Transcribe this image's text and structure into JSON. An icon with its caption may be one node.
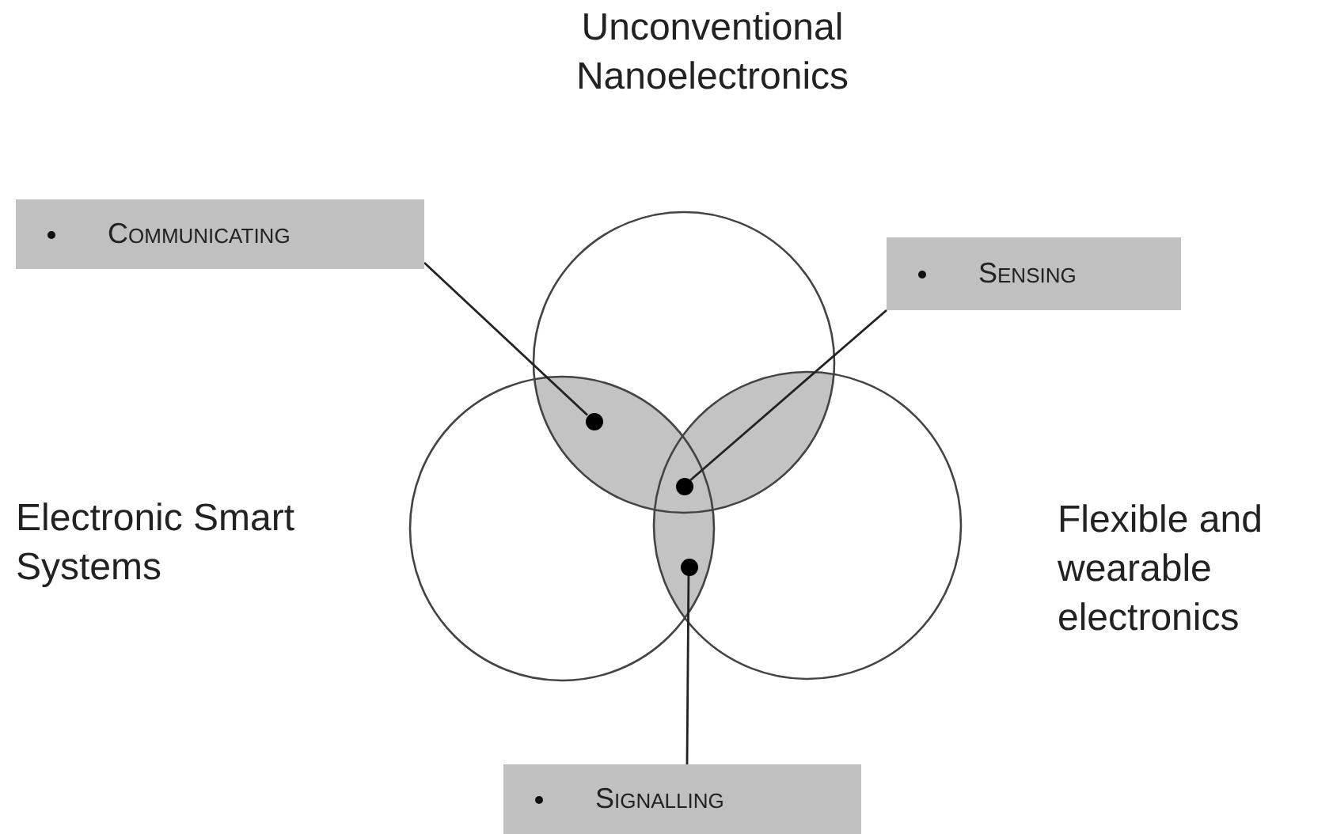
{
  "diagram": {
    "nodes": [
      {
        "text": [
          "Unconventional Nanoelectronics"
        ]
      },
      {
        "text": [
          "Electronic Smart Systems"
        ]
      },
      {
        "text": [
          "Flexible and wearable electronics"
        ]
      },
      {
        "text": [
          "Communicating"
        ]
      },
      {
        "text": [
          "Sensing"
        ]
      },
      {
        "text": [
          "Signalling"
        ]
      },
      {
        "text": [],
        "shape": "circle"
      },
      {
        "text": [],
        "shape": "circle"
      },
      {
        "text": [],
        "shape": "circle"
      }
    ],
    "edges": [
      {
        "from": 3,
        "to": 6,
        "arrow": "none"
      },
      {
        "from": 4,
        "to": 7,
        "arrow": "none"
      },
      {
        "from": 5,
        "to": 8,
        "arrow": "none"
      }
    ]
  }
}
